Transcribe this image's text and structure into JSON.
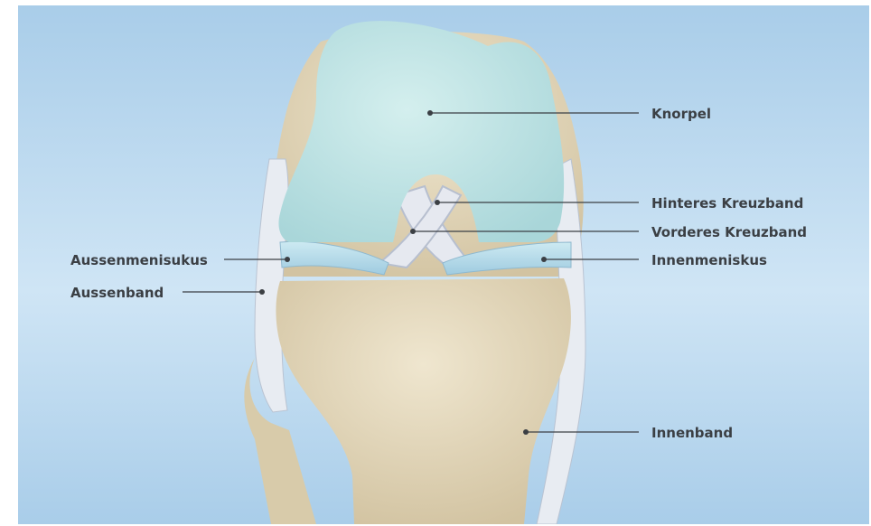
{
  "colors": {
    "background_top": "#a9cde9",
    "background_bottom": "#e4f1fa",
    "cartilage": "#bfe3e4",
    "bone": "#e6dcc3",
    "ligament": "#e3e7ee",
    "leader_line": "#3b3f44"
  },
  "labels": {
    "knorpel": "Knorpel",
    "hinteres_kreuzband": "Hinteres Kreuzband",
    "vorderes_kreuzband": "Vorderes Kreuzband",
    "innenmeniskus": "Innenmeniskus",
    "aussenmenisukus": "Aussenmenisukus",
    "aussenband": "Aussenband",
    "innenband": "Innenband"
  }
}
